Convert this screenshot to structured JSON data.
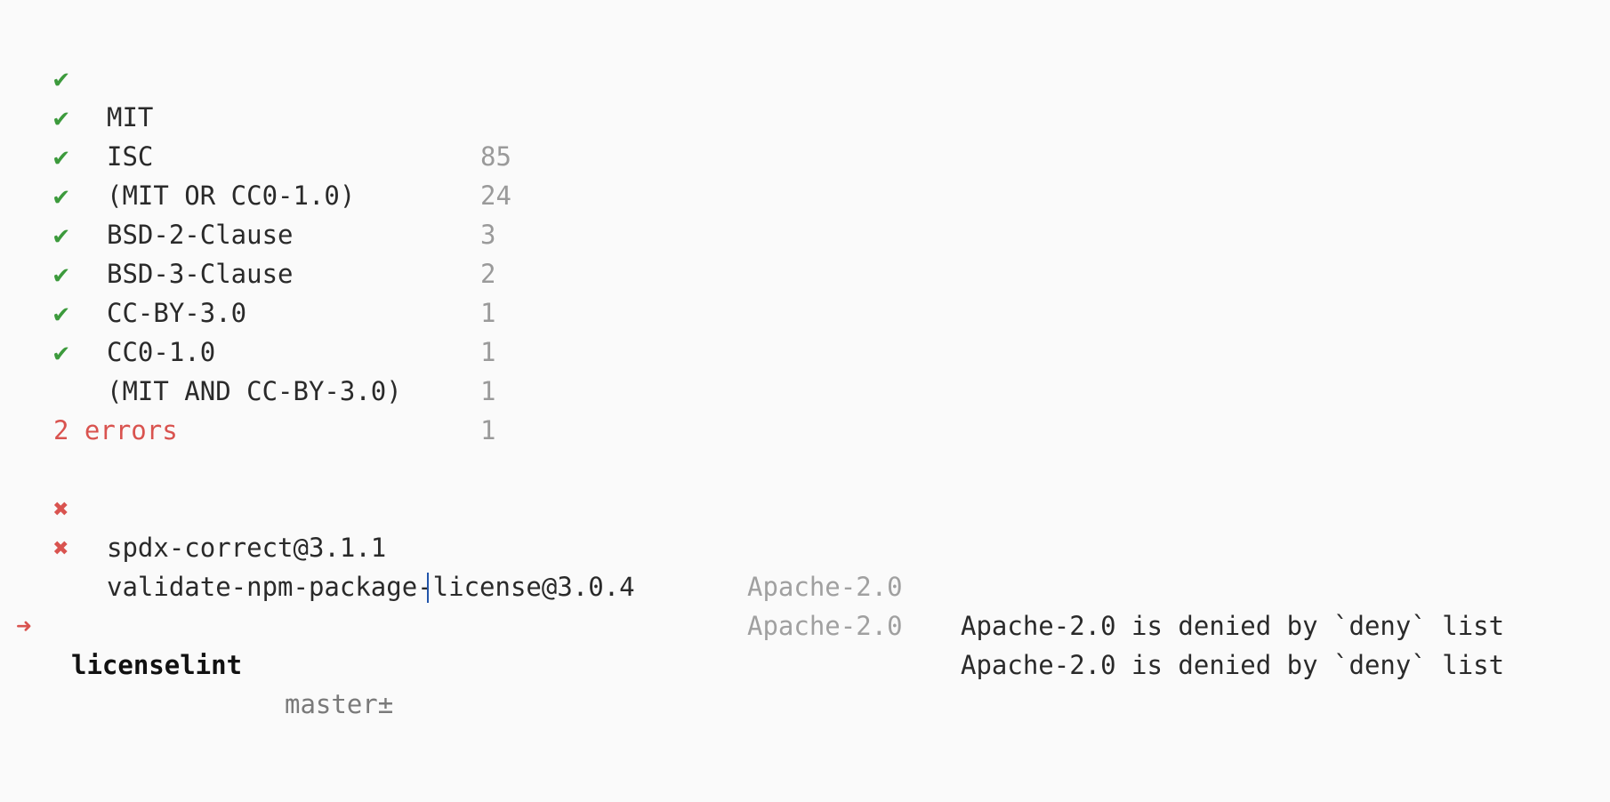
{
  "licenses": [
    {
      "icon": "check-icon",
      "glyph": "✔",
      "name": "MIT",
      "count": "85"
    },
    {
      "icon": "check-icon",
      "glyph": "✔",
      "name": "ISC",
      "count": "24"
    },
    {
      "icon": "check-icon",
      "glyph": "✔",
      "name": "(MIT OR CC0-1.0)",
      "count": "3"
    },
    {
      "icon": "check-icon",
      "glyph": "✔",
      "name": "BSD-2-Clause",
      "count": "2"
    },
    {
      "icon": "check-icon",
      "glyph": "✔",
      "name": "BSD-3-Clause",
      "count": "1"
    },
    {
      "icon": "check-icon",
      "glyph": "✔",
      "name": "CC-BY-3.0",
      "count": "1"
    },
    {
      "icon": "check-icon",
      "glyph": "✔",
      "name": "CC0-1.0",
      "count": "1"
    },
    {
      "icon": "check-icon",
      "glyph": "✔",
      "name": "(MIT AND CC-BY-3.0)",
      "count": "1"
    }
  ],
  "errors_summary": "2 errors",
  "errors": [
    {
      "icon": "cross-icon",
      "glyph": "✖",
      "package": "spdx-correct@3.1.1",
      "license": "Apache-2.0",
      "message": "Apache-2.0 is denied by `deny` list"
    },
    {
      "icon": "cross-icon",
      "glyph": "✖",
      "package": "validate-npm-package-license@3.0.4",
      "license": "Apache-2.0",
      "message": "Apache-2.0 is denied by `deny` list"
    }
  ],
  "prompt": {
    "arrow": "➜",
    "directory": "licenselint",
    "branch": "master±"
  },
  "colors": {
    "success": "#3c9a3c",
    "error": "#d9534f",
    "muted": "#9a9a9a",
    "cursor": "#2255aa",
    "background": "#fafafa"
  }
}
